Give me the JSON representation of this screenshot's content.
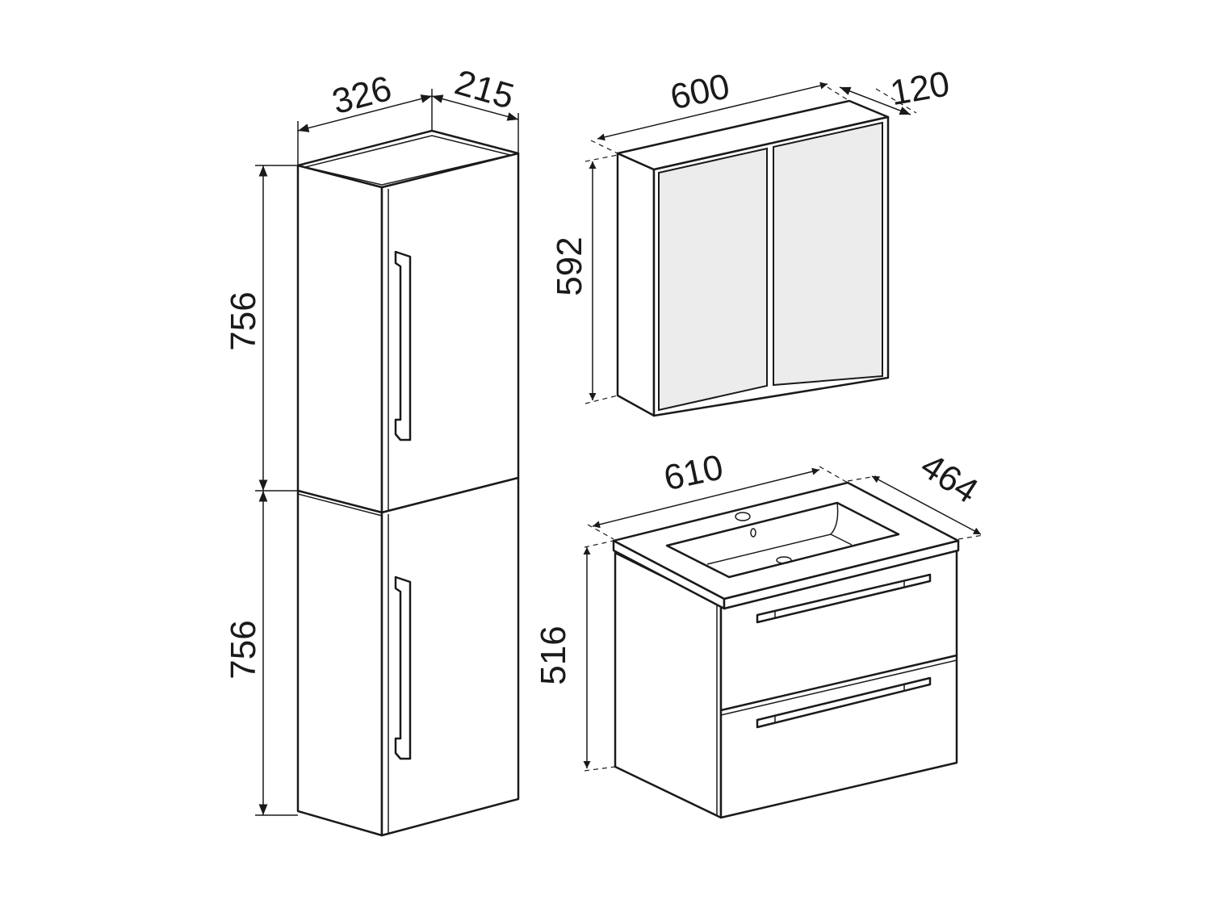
{
  "colors": {
    "line": "#1a1a1a",
    "background": "#ffffff",
    "mirror": "#ececec"
  },
  "tall_cabinet": {
    "width": "326",
    "depth": "215",
    "upper_height": "756",
    "lower_height": "756"
  },
  "mirror_cabinet": {
    "width": "600",
    "depth": "120",
    "height": "592"
  },
  "vanity_unit": {
    "width": "610",
    "depth": "464",
    "height": "516"
  }
}
